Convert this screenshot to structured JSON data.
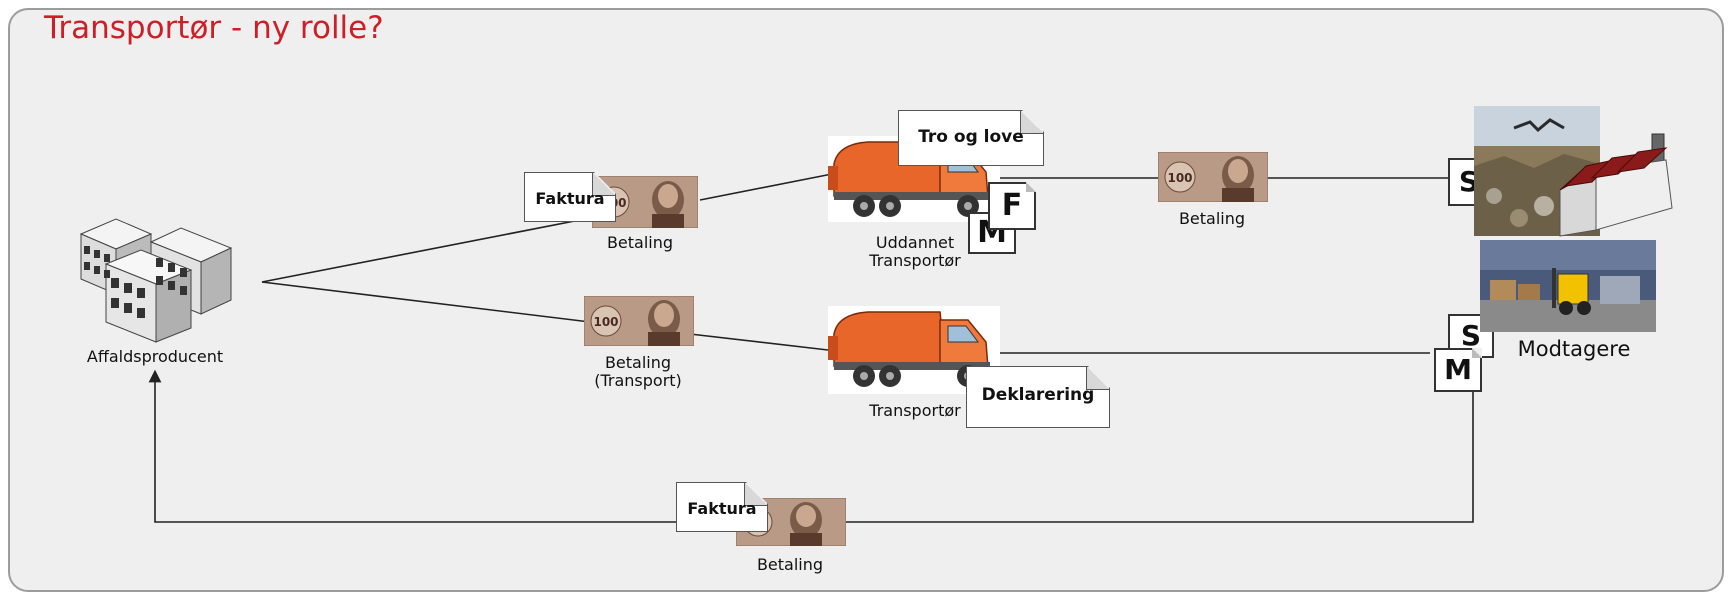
{
  "title": "Transportør - ny rolle?",
  "nodes": {
    "producer": "Affaldsproducent",
    "trained_transporter": "Uddannet\nTransportør",
    "transporter": "Transportør",
    "receivers": "Modtagere"
  },
  "payments": {
    "top_left": "Betaling",
    "top_right": "Betaling",
    "middle": "Betaling\n(Transport)",
    "bottom": "Betaling"
  },
  "documents": {
    "faktura_top": "Faktura",
    "tro_og_love": "Tro og love",
    "deklarering": "Deklarering",
    "faktura_bottom": "Faktura",
    "f_letter": "F",
    "m_letter": "M",
    "s_letter": "S"
  },
  "banknote_value": "100",
  "colors": {
    "title": "#cc1f26",
    "truck": "#e8662a",
    "roof": "#8b1a1a",
    "forklift": "#f2c200"
  },
  "icons": [
    "building-icon",
    "garbage-truck-icon",
    "banknote-icon",
    "factory-icon",
    "landfill-photo",
    "warehouse-photo",
    "document-icon"
  ]
}
